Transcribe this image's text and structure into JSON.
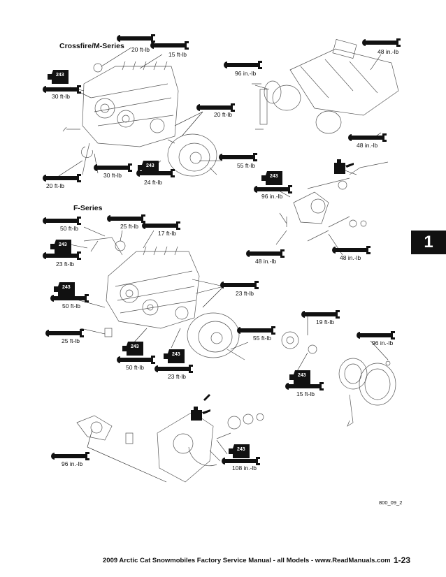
{
  "sections": {
    "crossfire": "Crossfire/M-Series",
    "fseries": "F-Series"
  },
  "torque": {
    "c1": "20 ft-lb",
    "c2": "15 ft-lb",
    "c3": "30 ft-lb",
    "c4": "20 ft-lb",
    "c5": "30 ft-lb",
    "c6": "55 ft-lb",
    "c7": "24 ft-lb",
    "c8": "20 ft-lb",
    "r1": "48 in.-lb",
    "r2": "96 in.-lb",
    "r3": "48 in.-lb",
    "r4": "96 in.-lb",
    "r5": "48 in.-lb",
    "r6": "48 in.-lb",
    "f1": "50 ft-lb",
    "f2": "25 ft-lb",
    "f3": "17 ft-lb",
    "f4": "23 ft-lb",
    "f5": "50 ft-lb",
    "f6": "23 ft-lb",
    "f7": "25 ft-lb",
    "f8": "50 ft-lb",
    "f9": "55 ft-lb",
    "f10": "23 ft-lb",
    "g1": "19 ft-lb",
    "g2": "96 in.-lb",
    "g3": "15 ft-lb",
    "b1": "96 in.-lb",
    "b2": "108 in.-lb"
  },
  "loctite": "243",
  "chapter_tab": "1",
  "figure_code": "800_09_2",
  "footer": {
    "text": "2009 Arctic Cat Snowmobiles Factory Service Manual - all Models  -  www.ReadManuals.com",
    "page": "1-23"
  },
  "icons": [
    "wrench-icon",
    "loctite-243-icon",
    "oil-can-icon"
  ]
}
